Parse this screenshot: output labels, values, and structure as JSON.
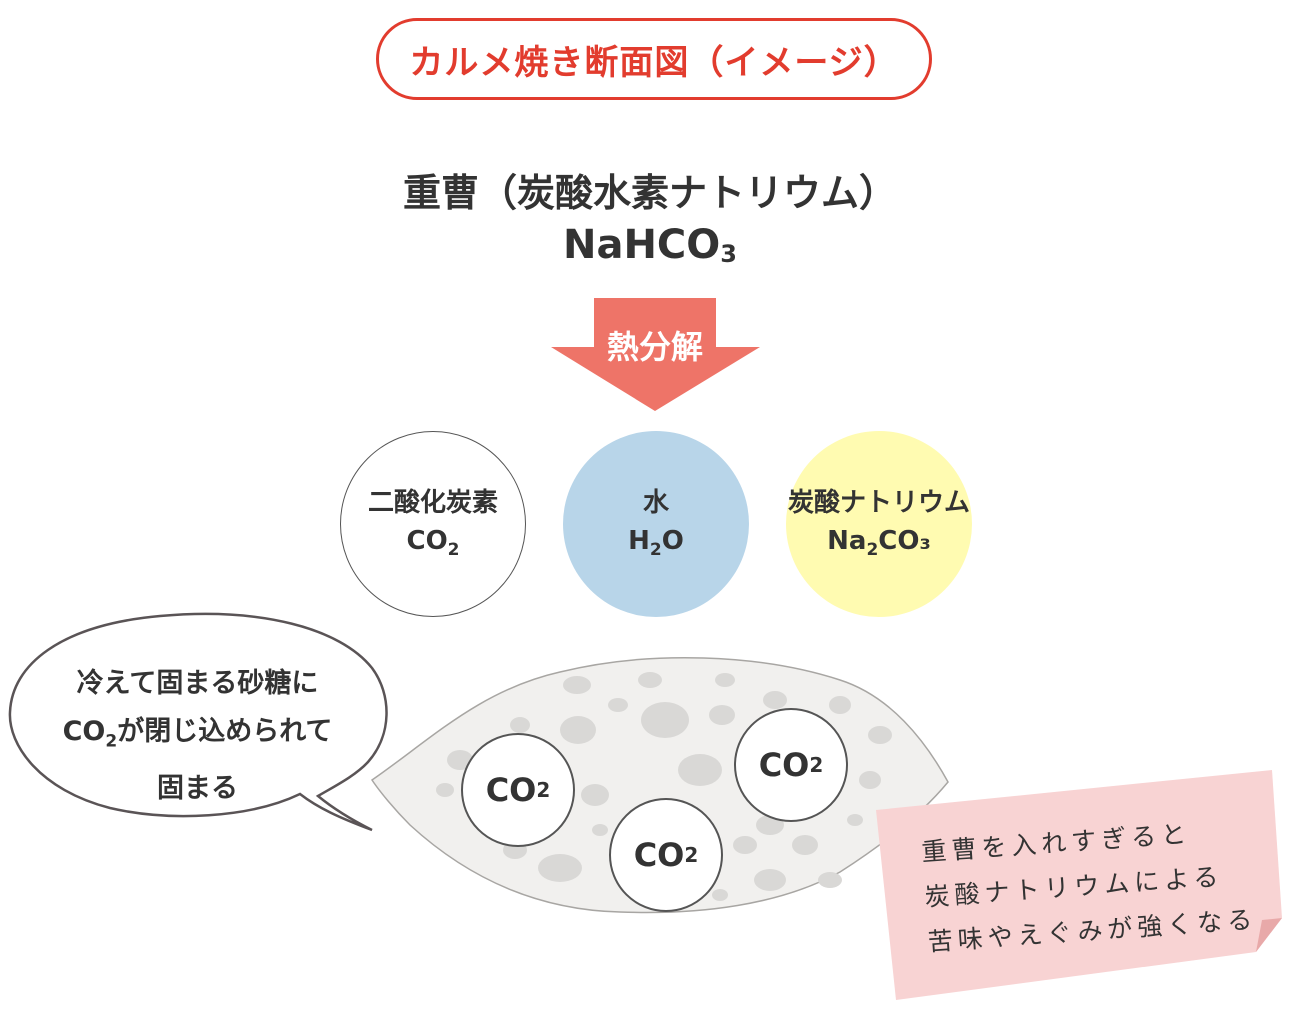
{
  "title": "カルメ焼き断面図（イメージ）",
  "main": {
    "name": "重曹（炭酸水素ナトリウム）",
    "formula_base": "NaHCO",
    "formula_sub": "3"
  },
  "arrow": {
    "label": "熱分解"
  },
  "products": [
    {
      "name": "二酸化炭素",
      "formula_a": "CO",
      "formula_sub": "2",
      "formula_b": ""
    },
    {
      "name": "水",
      "formula_a": "H",
      "formula_sub": "2",
      "formula_b": "O"
    },
    {
      "name": "炭酸ナトリウム",
      "formula_a": "Na",
      "formula_sub": "2",
      "formula_b": "CO₃"
    }
  ],
  "speech_bubble": {
    "line1": "冷えて固まる砂糖に",
    "line2_formula": "CO",
    "line2_sub": "2",
    "line2_rest": "が閉じ込められて",
    "line3": "固まる"
  },
  "gas_bubbles": [
    {
      "base": "CO",
      "sub": "2"
    },
    {
      "base": "CO",
      "sub": "2"
    },
    {
      "base": "CO",
      "sub": "2"
    }
  ],
  "sticky_note": {
    "line1": "重曹を入れすぎると",
    "line2": "炭酸ナトリウムによる",
    "line3": "苦味やえぐみが強くなる"
  },
  "colors": {
    "title_red": "#e23c2e",
    "arrow": "#ee7468",
    "water": "#b8d5e9",
    "sodium_carbonate": "#fffbb1",
    "candy": "#f1f0ee",
    "candy_spots": "#d9d8d6",
    "note": "#f8d3d3"
  }
}
